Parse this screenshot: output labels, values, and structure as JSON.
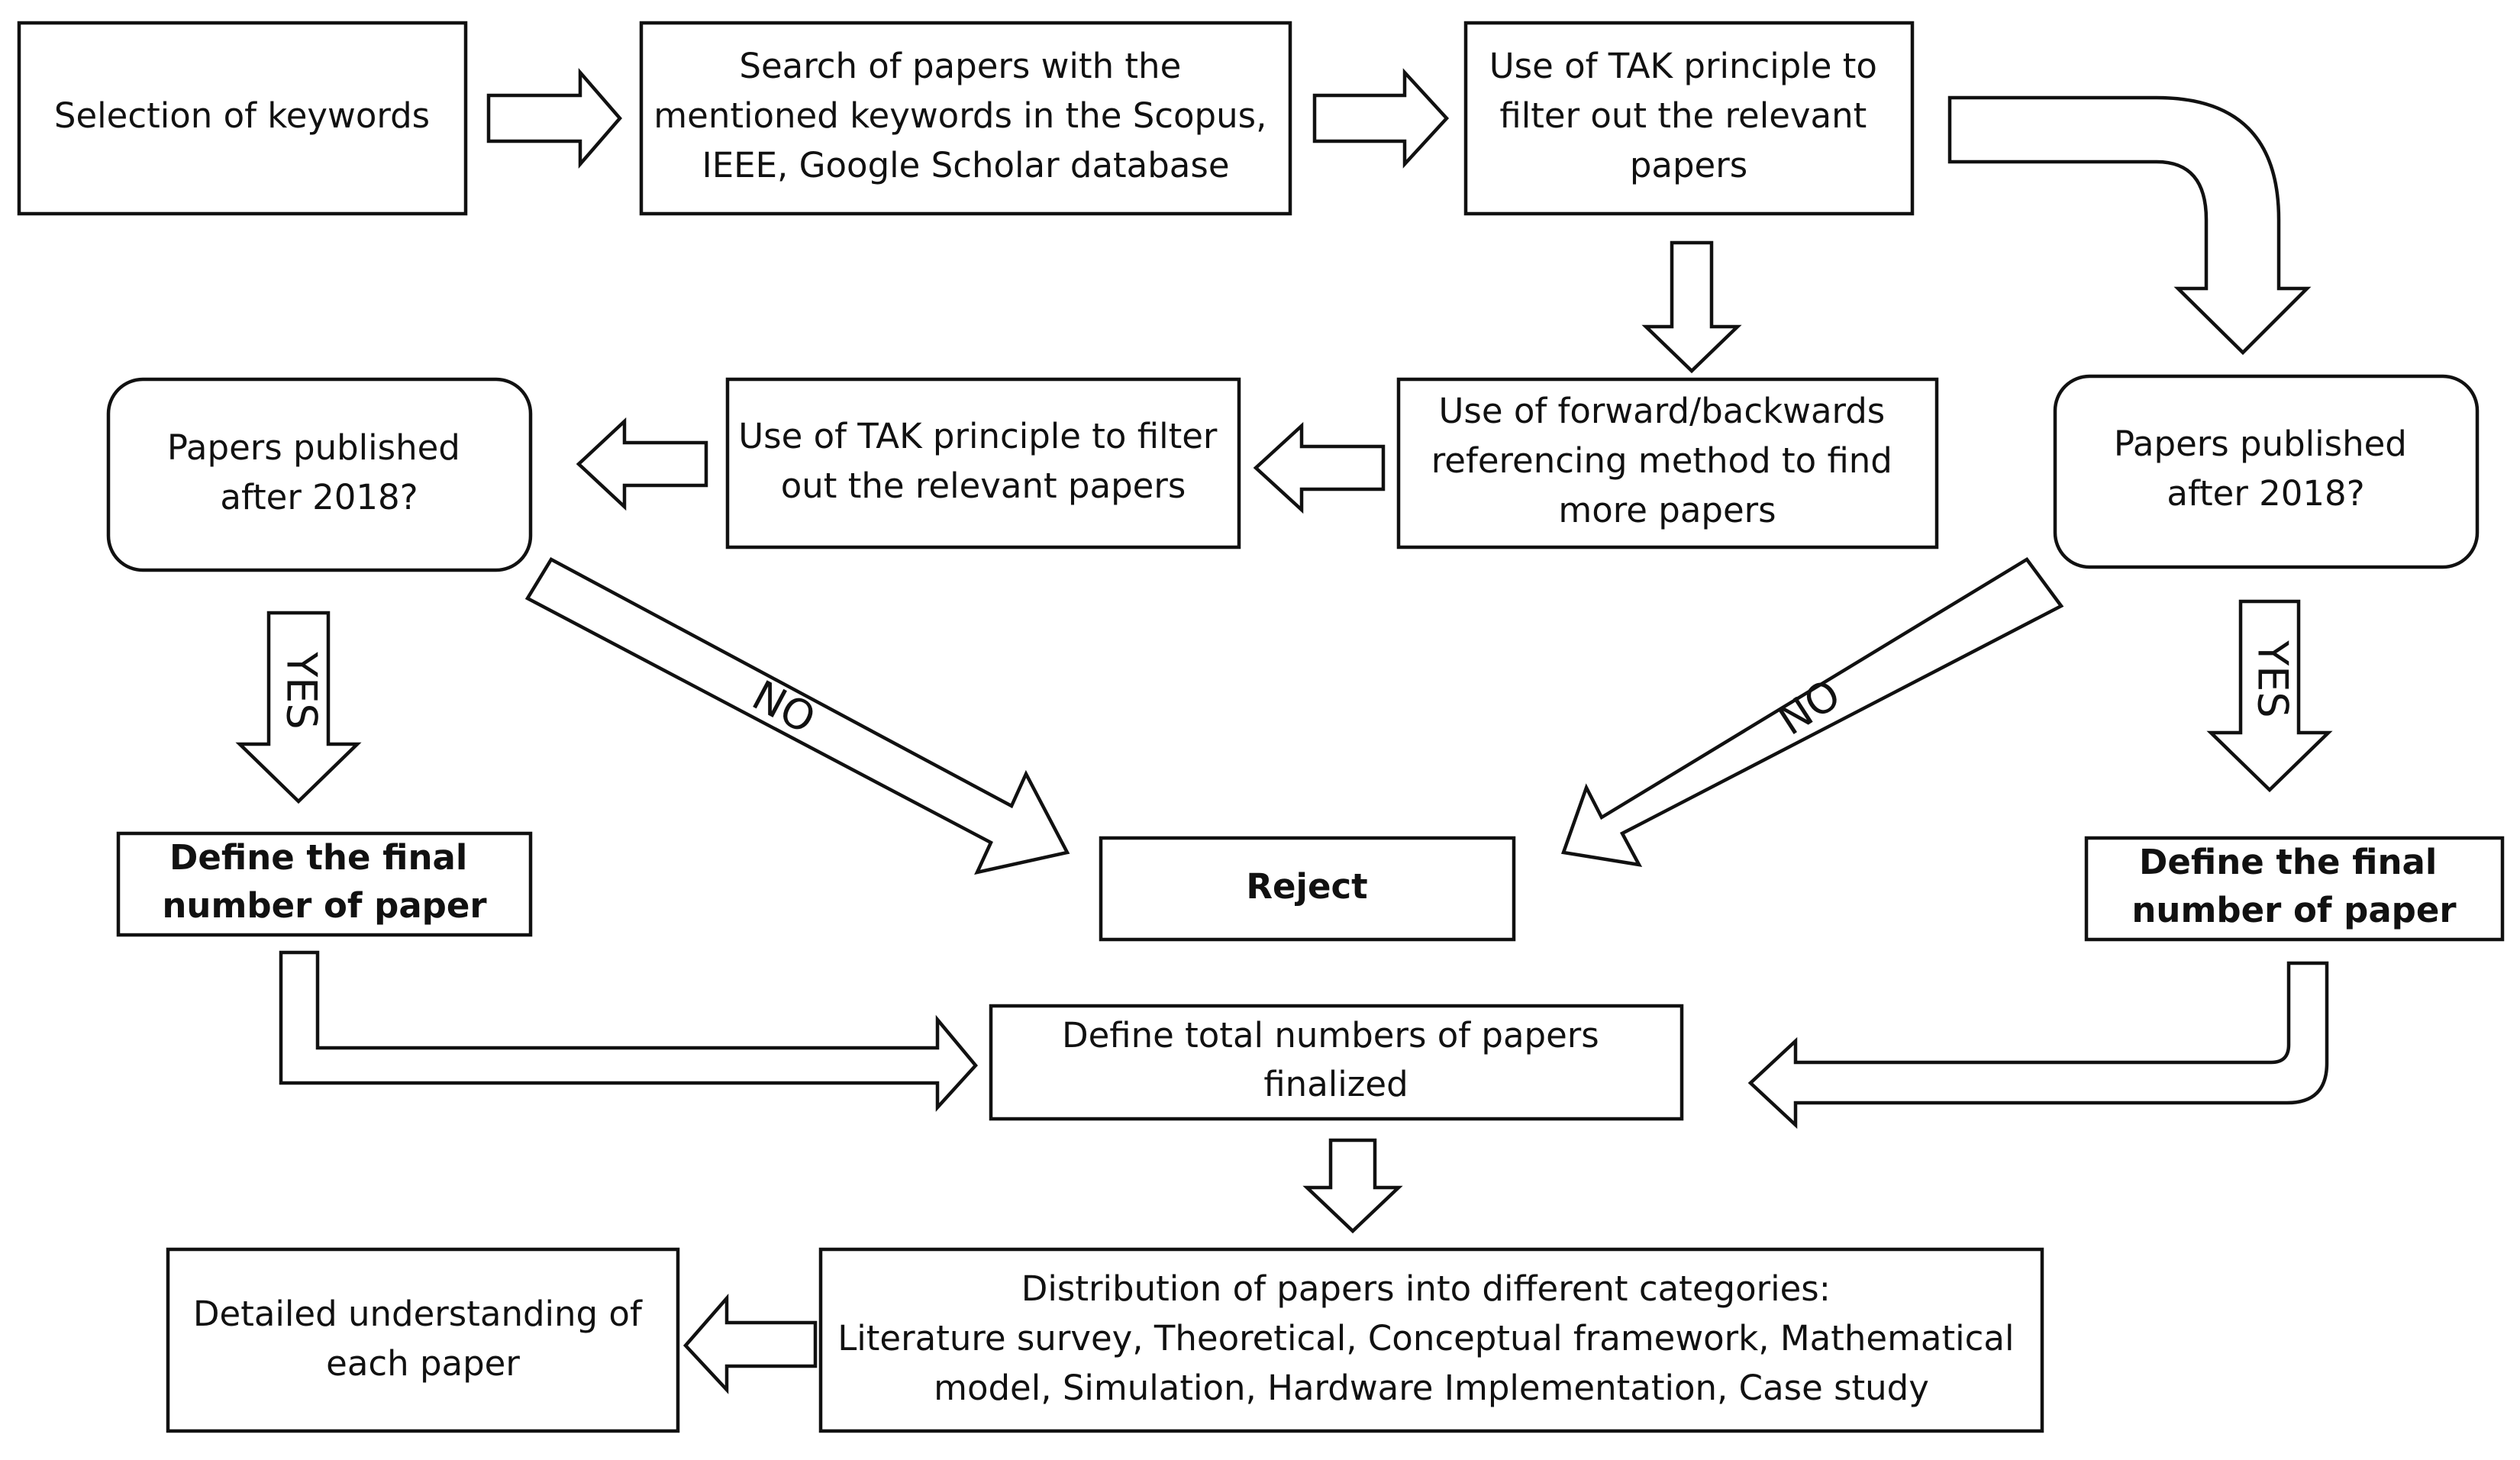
{
  "nodes": {
    "keywords": {
      "lines": [
        "Selection of keywords"
      ]
    },
    "search": {
      "lines": [
        "Search of papers with the",
        "mentioned keywords in the Scopus,",
        "IEEE, Google Scholar database"
      ]
    },
    "tak_top": {
      "lines": [
        "Use of TAK principle to",
        "filter out the relevant",
        "papers"
      ]
    },
    "forward_backward": {
      "lines": [
        "Use of forward/backwards",
        "referencing method to find",
        "more papers"
      ]
    },
    "tak_middle": {
      "lines": [
        "Use of TAK principle to filter",
        "out the relevant papers"
      ]
    },
    "decision_left": {
      "lines": [
        "Papers published",
        "after 2018?"
      ]
    },
    "decision_right": {
      "lines": [
        "Papers published",
        "after 2018?"
      ]
    },
    "final_left": {
      "lines": [
        "Define the final",
        "number of paper"
      ]
    },
    "reject": {
      "lines": [
        "Reject"
      ]
    },
    "final_right": {
      "lines": [
        "Define the final",
        "number of paper"
      ]
    },
    "total": {
      "lines": [
        "Define total numbers of papers",
        "finalized"
      ]
    },
    "distribution": {
      "lines": [
        "Distribution of papers into different categories:",
        "Literature survey, Theoretical, Conceptual framework, Mathematical",
        "model, Simulation, Hardware Implementation, Case study"
      ]
    },
    "detailed": {
      "lines": [
        "Detailed understanding of",
        "each paper"
      ]
    }
  },
  "arrow_labels": {
    "no_left": "NO",
    "no_right": "NO",
    "yes_left": "YES",
    "yes_right": "YES"
  },
  "colors": {
    "stroke": "#111111",
    "fill": "#ffffff",
    "text": "#111111"
  }
}
